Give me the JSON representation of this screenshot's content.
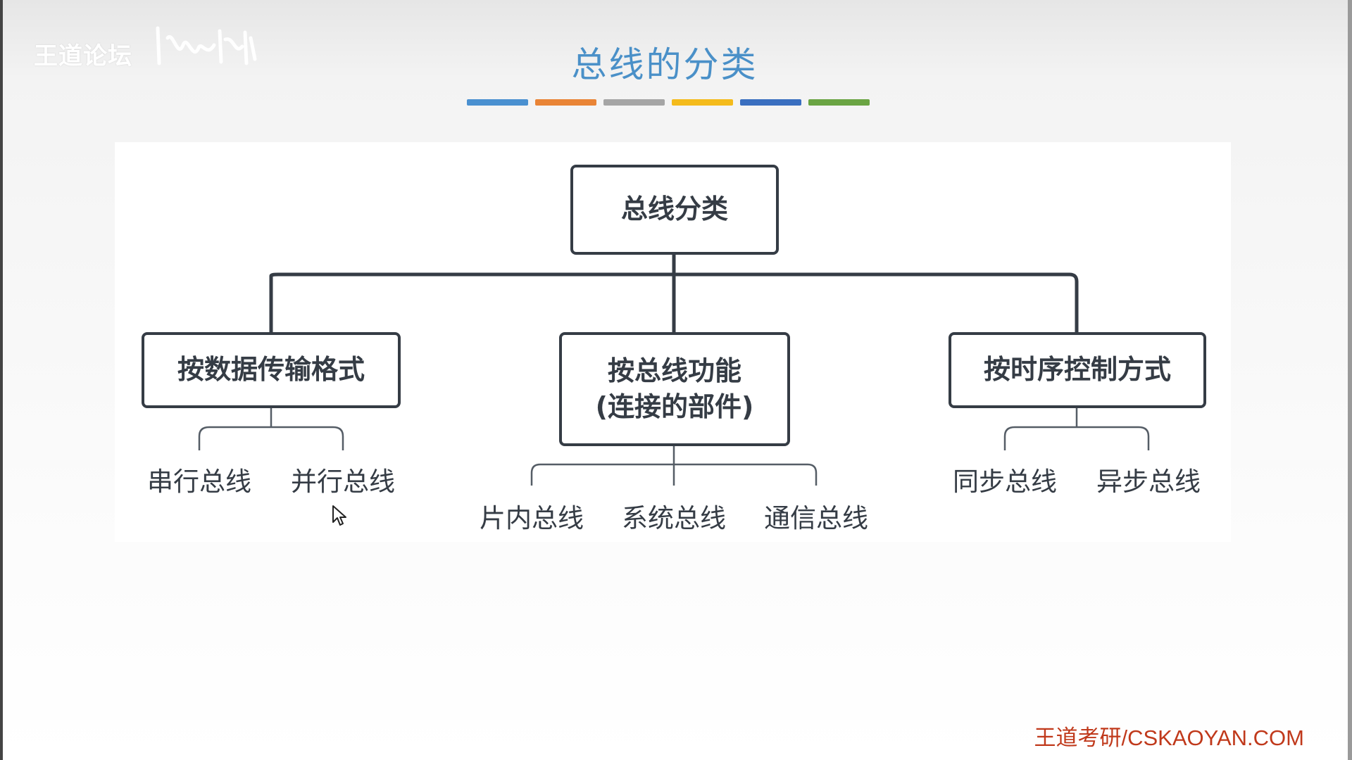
{
  "watermark": {
    "text": "王道论坛"
  },
  "slide": {
    "title": "总线的分类"
  },
  "title_bar_colors": [
    "#4a90d0",
    "#e98436",
    "#a5a5a5",
    "#f4bb1c",
    "#3a6fc0",
    "#6aa443"
  ],
  "diagram": {
    "root": "总线分类",
    "branches": [
      {
        "label_line1": "按数据传输格式",
        "label_line2": "",
        "leaves": [
          "串行总线",
          "并行总线"
        ]
      },
      {
        "label_line1": "按总线功能",
        "label_line2": "(连接的部件)",
        "leaves": [
          "片内总线",
          "系统总线",
          "通信总线"
        ]
      },
      {
        "label_line1": "按时序控制方式",
        "label_line2": "",
        "leaves": [
          "同步总线",
          "异步总线"
        ]
      }
    ]
  },
  "colors": {
    "title": "#4a90c8",
    "node_border": "#353c45",
    "connector": "#353c45",
    "footer": "#c0391b"
  },
  "footer": {
    "text": "王道考研/CSKAOYAN.COM"
  }
}
